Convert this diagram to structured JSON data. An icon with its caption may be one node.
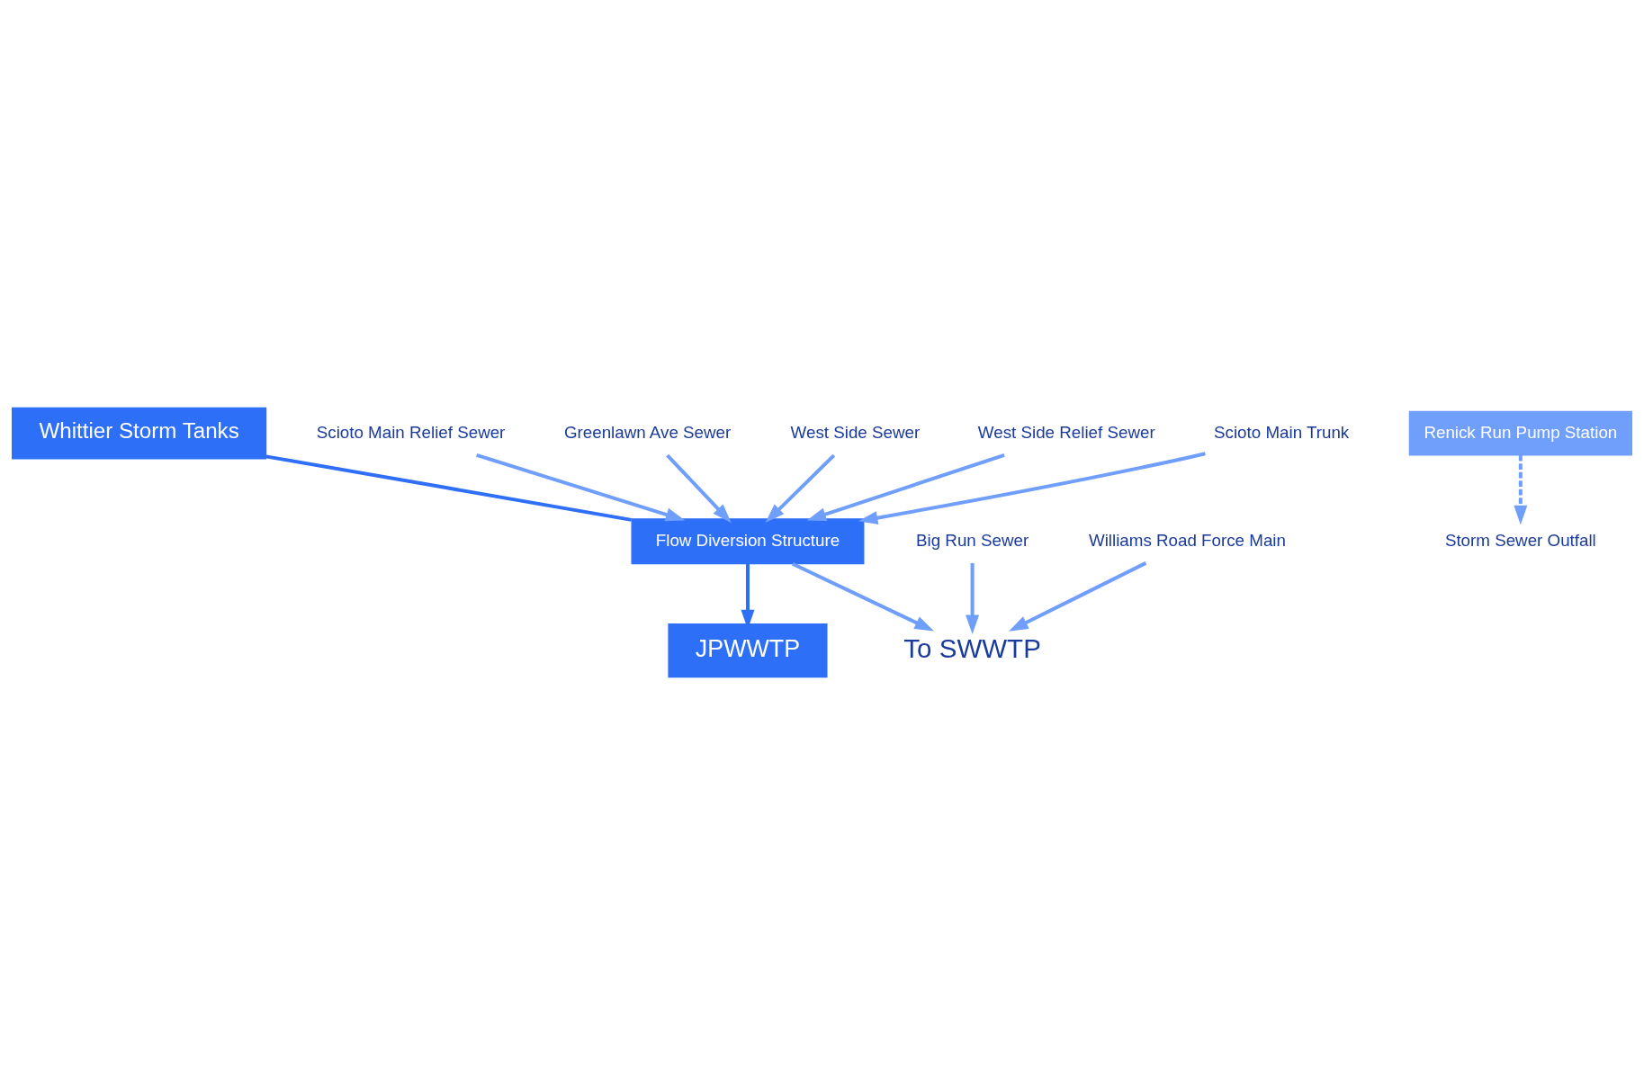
{
  "diagram": {
    "nodes": [
      {
        "text": [
          "Whittier Storm Tanks"
        ]
      },
      {
        "text": [
          "Scioto Main Relief Sewer"
        ]
      },
      {
        "text": [
          "Greenlawn Ave Sewer"
        ]
      },
      {
        "text": [
          "West Side Sewer"
        ]
      },
      {
        "text": [
          "West Side Relief Sewer"
        ]
      },
      {
        "text": [
          "Scioto Main Trunk"
        ]
      },
      {
        "text": [
          "Renick Run Pump Station"
        ]
      },
      {
        "text": [
          "Storm Sewer Outfall"
        ]
      },
      {
        "text": [
          "Flow Diversion Structure"
        ]
      },
      {
        "text": [
          "JPWWTP"
        ]
      },
      {
        "text": [
          "Big Run Sewer"
        ]
      },
      {
        "text": [
          "Williams Road Force Main"
        ]
      },
      {
        "text": [
          "To SWWTP"
        ]
      }
    ],
    "edges": [
      {
        "from": 0,
        "to": 8,
        "arrow": "none",
        "color": "#2f6ff7"
      },
      {
        "from": 1,
        "to": 8,
        "arrow": "to"
      },
      {
        "from": 2,
        "to": 8,
        "arrow": "to"
      },
      {
        "from": 3,
        "to": 8,
        "arrow": "to"
      },
      {
        "from": 4,
        "to": 8,
        "arrow": "to"
      },
      {
        "from": 5,
        "to": 8,
        "arrow": "to"
      },
      {
        "from": 6,
        "to": 7,
        "arrow": "to",
        "style": "dashed"
      },
      {
        "from": 8,
        "to": 9,
        "arrow": "to",
        "color": "#2f6ff7"
      },
      {
        "from": 8,
        "to": 12,
        "arrow": "to"
      },
      {
        "from": 10,
        "to": 12,
        "arrow": "to"
      },
      {
        "from": 11,
        "to": 12,
        "arrow": "to"
      }
    ]
  }
}
